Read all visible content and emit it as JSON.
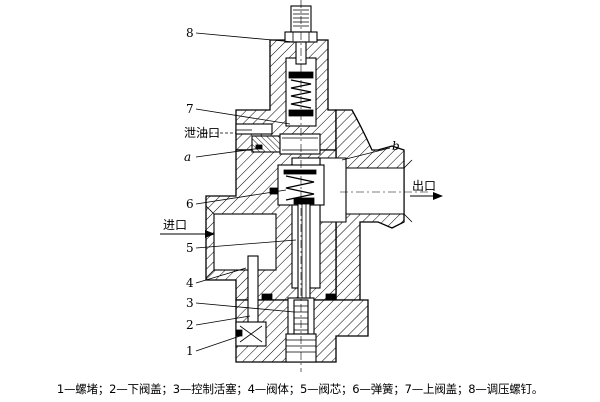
{
  "part_labels": [
    {
      "id": "8",
      "text": "8"
    },
    {
      "id": "7",
      "text": "7"
    },
    {
      "id": "6",
      "text": "6"
    },
    {
      "id": "5",
      "text": "5"
    },
    {
      "id": "4",
      "text": "4"
    },
    {
      "id": "3",
      "text": "3"
    },
    {
      "id": "2",
      "text": "2"
    },
    {
      "id": "1",
      "text": "1"
    }
  ],
  "point_labels": {
    "a": "a",
    "b": "b"
  },
  "port_labels": {
    "drain": "泄油口",
    "inlet": "进口",
    "outlet": "出口"
  },
  "caption": "1—螺堵；2—下阀盖；3—控制活塞；4—阀体；5—阀芯；6—弹簧；7—上阀盖；8—调压螺钉。"
}
